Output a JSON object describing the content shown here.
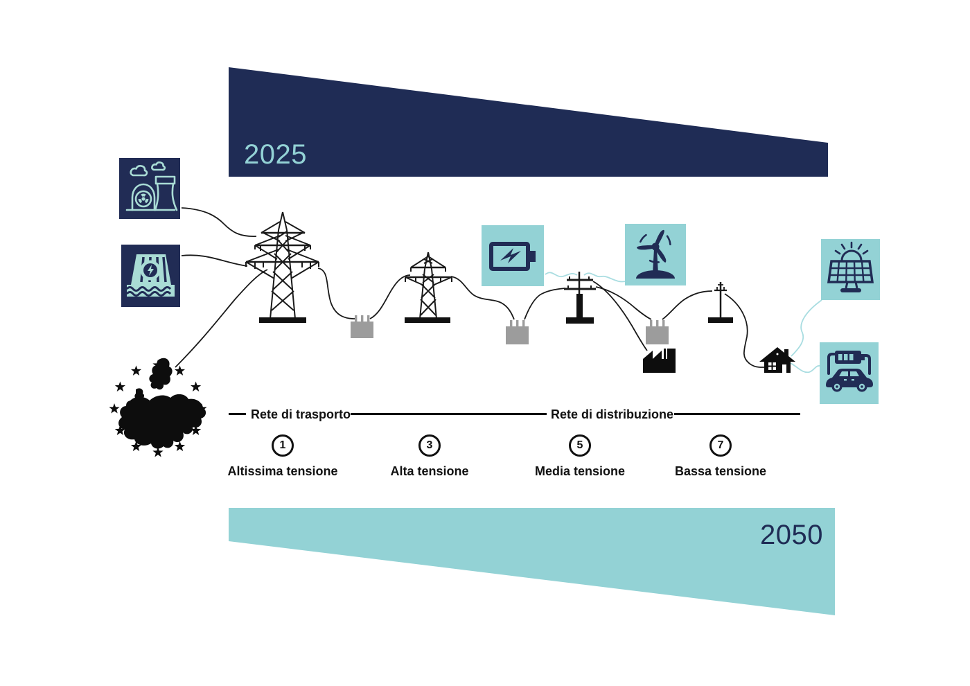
{
  "palette": {
    "navy": "#212c55",
    "teal": "#93d2d5",
    "icon_stroke_teal": "#a9dcd5",
    "connection_line_teal": "#a9dde1",
    "line_black": "#1a1a1a",
    "transformer_gray": "#9c9c9c",
    "year_2025_text": "#93d2d5",
    "year_2050_text": "#1f2c55"
  },
  "bands": {
    "top": {
      "year": "2025"
    },
    "bottom": {
      "year": "2050"
    }
  },
  "sections": {
    "transport": "Rete di trasporto",
    "distribution": "Rete di distribuzione"
  },
  "stages": [
    {
      "number": "1",
      "label": "Altissima tensione"
    },
    {
      "number": "3",
      "label": "Alta tensione"
    },
    {
      "number": "5",
      "label": "Media tensione"
    },
    {
      "number": "7",
      "label": "Bassa tensione"
    }
  ],
  "icons": {
    "sources": [
      "nuclear-plant-icon",
      "hydro-dam-icon",
      "europe-map-stars-icon"
    ],
    "grid": [
      "extra-high-voltage-pylon-icon",
      "high-voltage-pylon-icon",
      "medium-voltage-pole-icon",
      "low-voltage-pole-icon",
      "transformer-substation-icon"
    ],
    "consumers": [
      "battery-storage-icon",
      "wind-turbine-icon",
      "factory-icon",
      "house-icon",
      "solar-panel-icon",
      "ev-charging-icon"
    ]
  }
}
